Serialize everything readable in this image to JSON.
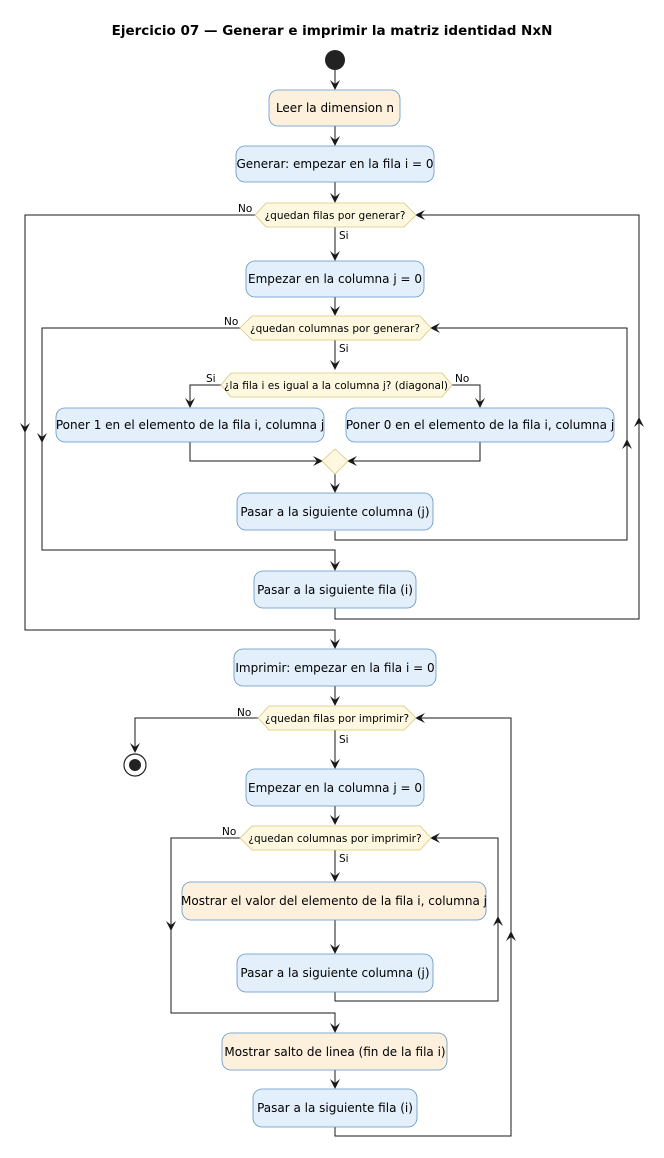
{
  "title": "Ejercicio 07 — Generar e imprimir la matriz identidad NxN",
  "colors": {
    "blue_fill": "#e3f0fb",
    "blue_stroke": "#5f93c9",
    "orange_fill": "#fdf0dc",
    "orange_stroke": "#5f93c9",
    "decision_fill": "#fef8e0",
    "decision_stroke": "#d9c67a",
    "line": "#181818"
  },
  "activities": {
    "a1": "Leer la dimension n",
    "a2": "Generar: empezar en la fila i = 0",
    "a3": "Empezar en la columna j = 0",
    "a4": "Poner 1 en el elemento de la fila i, columna j",
    "a5": "Poner 0 en el elemento de la fila i, columna j",
    "a6": "Pasar a la siguiente columna (j)",
    "a7": "Pasar a la siguiente fila (i)",
    "a8": "Imprimir: empezar en la fila i = 0",
    "a9": "Empezar en la columna j = 0",
    "a10": "Mostrar el valor del elemento de la fila i, columna j",
    "a11": "Pasar a la siguiente columna (j)",
    "a12": "Mostrar salto de linea (fin de la fila i)",
    "a13": "Pasar a la siguiente fila (i)"
  },
  "decisions": {
    "d1": "¿quedan filas por generar?",
    "d2": "¿quedan columnas por generar?",
    "d3": "¿la fila i es igual a la columna j? (diagonal)",
    "d4": "¿quedan filas por imprimir?",
    "d5": "¿quedan columnas por imprimir?"
  },
  "labels": {
    "yes": "Si",
    "no": "No"
  }
}
